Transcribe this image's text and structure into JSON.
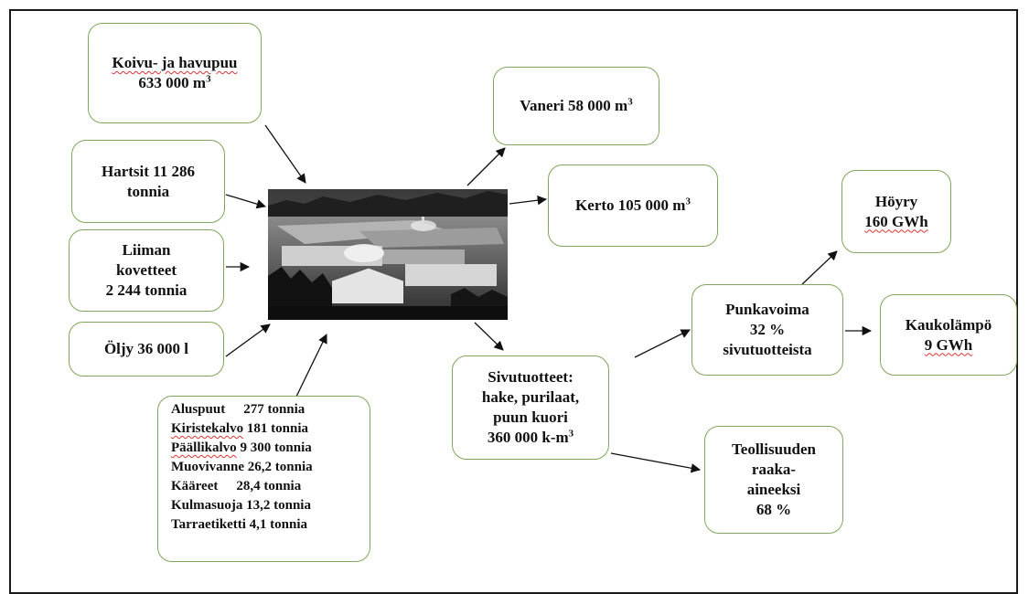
{
  "diagram": {
    "inputs": {
      "koivu": {
        "name": "Koivu- ja havupuu",
        "amount": "633 000 m",
        "unit_sup": "3"
      },
      "hartsit": {
        "line1": "Hartsit 11 286",
        "line2": "tonnia"
      },
      "liiman": {
        "line1": "Liiman",
        "line2": "kovetteet",
        "line3": "2 244 tonnia"
      },
      "oljy": {
        "label": "Öljy 36 000 l"
      },
      "packaging": [
        {
          "name": "Aluspuut",
          "amount": "277 tonnia"
        },
        {
          "name": "Kiristekalvo",
          "amount": "181 tonnia"
        },
        {
          "name": "Päällikalvo",
          "amount": "9 300 tonnia"
        },
        {
          "name": "Muovivanne",
          "amount": "26,2 tonnia"
        },
        {
          "name": "Kääreet",
          "amount": "28,4 tonnia"
        },
        {
          "name": "Kulmasuoja",
          "amount": "13,2 tonnia"
        },
        {
          "name": "Tarraetiketti",
          "amount": "4,1 tonnia"
        }
      ]
    },
    "products": {
      "vaneri": {
        "label": "Vaneri 58 000 m",
        "unit_sup": "3"
      },
      "kerto": {
        "label": "Kerto 105 000 m",
        "unit_sup": "3"
      }
    },
    "byproducts": {
      "sivutuotteet": {
        "line1": "Sivutuotteet:",
        "line2": "hake, purilaat,",
        "line3": "puun kuori",
        "line4": "360 000 k-m",
        "unit_sup": "3"
      },
      "punkavoima": {
        "line1": "Punkavoima",
        "line2": "32 %",
        "line3": "sivutuotteista"
      },
      "teollisuuden": {
        "line1": "Teollisuuden",
        "line2": "raaka-",
        "line3": "aineeksi",
        "line4": "68 %"
      },
      "hoyry": {
        "line1": "Höyry",
        "line2": "160 GWh"
      },
      "kaukolampo": {
        "line1": "Kaukolämpö",
        "line2": "9 GWh"
      }
    }
  }
}
